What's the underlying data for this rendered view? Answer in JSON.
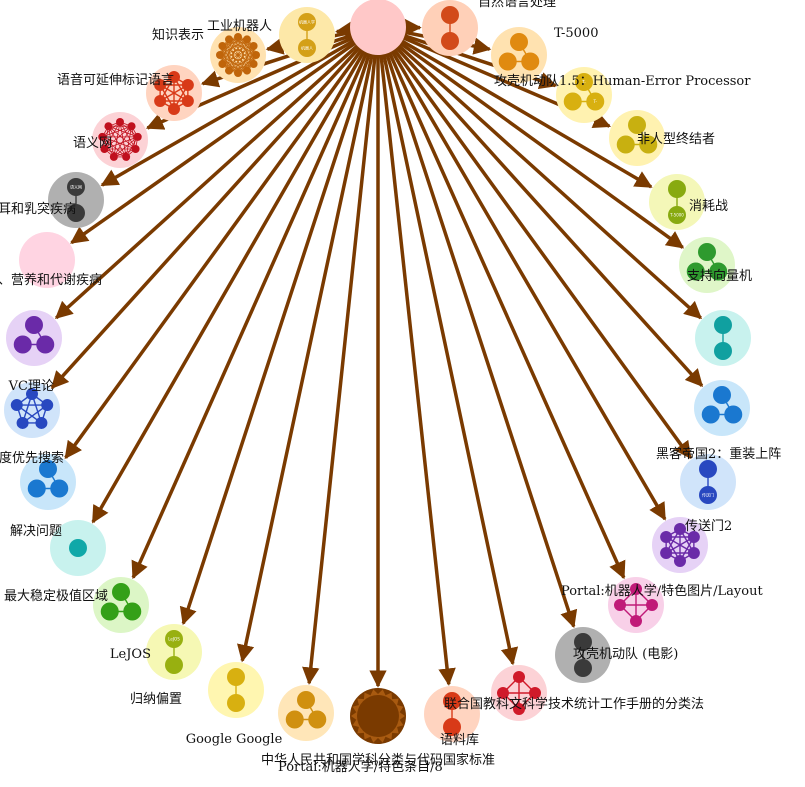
{
  "colors": {
    "edge": "#7a3a00",
    "center": "#ffc8c8",
    "background": "#ffffff"
  },
  "hub": {
    "label": ""
  },
  "nodes": [
    {
      "label": "工业机器人",
      "halo": "#fde8a8",
      "dot": "#d4a017",
      "subs": [
        "机器人学",
        "机器人"
      ]
    },
    {
      "label": "自然语言处理",
      "halo": "#ffd0b8",
      "dot": "#d24a1a",
      "subs": [
        "",
        ""
      ]
    },
    {
      "label": "T-5000",
      "halo": "#ffe2b0",
      "dot": "#e08a10",
      "subs": [
        "",
        "",
        ""
      ]
    },
    {
      "label": "攻壳机动队1.5：Human-Error Processor",
      "halo": "#fff2b0",
      "dot": "#d8b010",
      "subs": [
        "T-",
        "T-",
        ""
      ]
    },
    {
      "label": "非人型终结者",
      "halo": "#fff2b0",
      "dot": "#c8b010",
      "subs": [
        "",
        "",
        ""
      ]
    },
    {
      "label": "消耗战",
      "halo": "#f4f7b8",
      "dot": "#88aa10",
      "subs": [
        "",
        "T-5000"
      ]
    },
    {
      "label": "支持向量机",
      "halo": "#dff6c8",
      "dot": "#2e9a2e",
      "subs": [
        "",
        "",
        ""
      ]
    },
    {
      "label": "",
      "halo": "#c8f2ee",
      "dot": "#10a0a0",
      "subs": [
        "",
        ""
      ]
    },
    {
      "label": "",
      "halo": "#c8e6fa",
      "dot": "#1a78d0",
      "subs": [
        "",
        "",
        ""
      ]
    },
    {
      "label": "黑客帝国2：重装上阵",
      "halo": "#d0e4fa",
      "dot": "#2848c0",
      "subs": [
        "",
        "传送门"
      ]
    },
    {
      "label": "传送门2",
      "halo": "#e6d2f6",
      "dot": "#6a2aa8",
      "subs": [
        "",
        "",
        "",
        "",
        "",
        ""
      ]
    },
    {
      "label": "Portal:机器人学/特色图片/Layout",
      "halo": "#f8d0e8",
      "dot": "#c01a78",
      "subs": [
        "",
        "",
        "",
        ""
      ]
    },
    {
      "label": "攻壳机动队 (电影)",
      "halo": "#b0b0b0",
      "dot": "#3a3a3a",
      "subs": [
        "",
        ""
      ]
    },
    {
      "label": "联合国教科文科学技术统计工作手册的分类法",
      "halo": "#fcd2d6",
      "dot": "#d01a2a",
      "subs": [
        "",
        "",
        "",
        ""
      ]
    },
    {
      "label": "语料库",
      "halo": "#ffd4c0",
      "dot": "#d83a18",
      "subs": [
        "",
        ""
      ]
    },
    {
      "label": "中华人民共和国学科分类与代码国家标准",
      "halo": "#7a3a00",
      "dot": "#7a3a00",
      "subs": []
    },
    {
      "label": "Portal:机器人学/特色条目/8",
      "halo": "#ffe6b8",
      "dot": "#d09010",
      "subs": [
        "",
        "",
        ""
      ]
    },
    {
      "label": "Google Google",
      "halo": "#fff6b0",
      "dot": "#d8b010",
      "subs": [
        "",
        ""
      ]
    },
    {
      "label": "归纳偏置",
      "halo": "#f6f8b4",
      "dot": "#98b010",
      "subs": [
        "LeJOS",
        ""
      ]
    },
    {
      "label": "LeJOS",
      "halo": "#dcf6c6",
      "dot": "#34a018",
      "subs": [
        "",
        "",
        ""
      ]
    },
    {
      "label": "最大稳定极值区域",
      "halo": "#c8f2ee",
      "dot": "#10a8a8",
      "subs": [
        ""
      ]
    },
    {
      "label": "解决问题",
      "halo": "#c8e6fa",
      "dot": "#1a78d0",
      "subs": [
        "",
        "",
        ""
      ]
    },
    {
      "label": "深度优先搜索",
      "halo": "#d0e4fa",
      "dot": "#2848c0",
      "subs": [
        "",
        "",
        "",
        "",
        ""
      ]
    },
    {
      "label": "VC理论",
      "halo": "#e6d2f6",
      "dot": "#6a2aa8",
      "subs": [
        "",
        "",
        ""
      ]
    },
    {
      "label": "分泌、营养和代谢疾病",
      "halo": "#ffd4e2",
      "dot": "#ffd4e2",
      "subs": []
    },
    {
      "label": "第八章：耳和乳突疾病",
      "halo": "#b0b0b0",
      "dot": "#3a3a3a",
      "subs": [
        "语义网",
        ""
      ]
    },
    {
      "label": "语义网",
      "halo": "#fcd2d6",
      "dot": "#c0101e",
      "subs": [
        "",
        "",
        "",
        "",
        "",
        "",
        "",
        "",
        ""
      ]
    },
    {
      "label": "语音可延伸标记语言",
      "halo": "#ffd4c0",
      "dot": "#d83a18",
      "subs": [
        "",
        "",
        "",
        "",
        "",
        ""
      ]
    },
    {
      "label": "知识表示",
      "halo": "#ffe2b0",
      "dot": "#c0650a",
      "subs": [
        "",
        "",
        "",
        "",
        "",
        "",
        "",
        "",
        "",
        "",
        "",
        ""
      ]
    }
  ]
}
